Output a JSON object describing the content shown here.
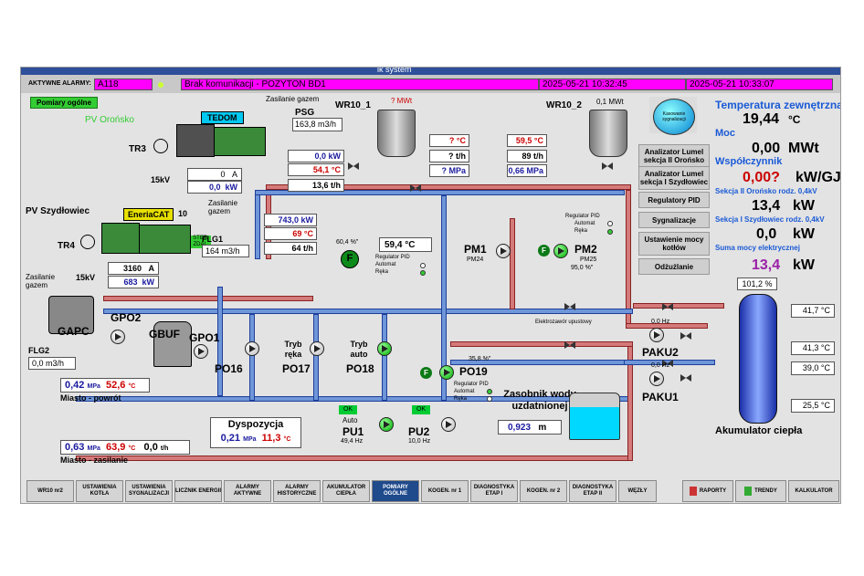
{
  "window": {
    "title": "ik  system"
  },
  "alarm_bar": {
    "label": "AKTYWNE ALARMY:",
    "code": "A118",
    "message": "Brak komunikacji - POZYTON BD1",
    "time_start": "2025-05-21 10:32:45",
    "time_end": "2025-05-21 10:33:07"
  },
  "section_badge": "Pomiary ogólne",
  "left_area": {
    "pv_oronsko": "PV Orońsko",
    "tedom": "TEDOM",
    "zasilanie_gazem_1": "Zasilanie gazem",
    "psg": "PSG",
    "psg_flow": "163,8 m3/h",
    "tr3": "TR3",
    "kv15_a": "15kV",
    "tedom_current": "0",
    "tedom_current_unit": "A",
    "tedom_power": "0,0",
    "tedom_power_unit": "kW",
    "tedom_box_kw": "0,0 kW",
    "tedom_box_temp": "54,1 °C",
    "tedom_box_flow": "13,6 t/h",
    "pv_szydlowiec": "PV Szydłowiec",
    "eneriacat": "EneriaCAT",
    "eneriacat_num": "10",
    "zasilanie_gazem_2": "Zasilanie gazem",
    "flg1": "FLG1",
    "flg1_flow": "164 m3/h",
    "tr4": "TR4",
    "kv15_b": "15kV",
    "ster_zdal": "STER. ZDAL.",
    "eneria_current": "3160",
    "eneria_current_unit": "A",
    "eneria_power": "683",
    "eneria_power_unit": "kW",
    "eneria_box_kw": "743,0 kW",
    "eneria_box_temp": "69 °C",
    "eneria_box_flow": "64 t/h",
    "zasilanie_gazem_3": "Zasilanie gazem",
    "gapc": "GAPC",
    "gpo2": "GPO2",
    "gbuf": "GBUF",
    "gpo1": "GPO1",
    "flg2": "FLG2",
    "flg2_flow": "0,0 m3/h",
    "po16": "PO16",
    "po17": "PO17",
    "po17_mode": "Tryb ręka",
    "po18": "PO18",
    "po18_mode": "Tryb auto",
    "miasto_powrot_p": "0,42",
    "miasto_powrot_p_unit": "MPa",
    "miasto_powrot_t": "52,6",
    "miasto_powrot_t_unit": "°C",
    "miasto_powrot": "Miasto - powrót",
    "miasto_zasil_p": "0,63",
    "miasto_zasil_p_unit": "MPa",
    "miasto_zasil_t": "63,9",
    "miasto_zasil_t_unit": "°C",
    "miasto_zasil_f": "0,0",
    "miasto_zasil_f_unit": "t/h",
    "miasto_zasilanie": "Miasto - zasilanie",
    "dyspozycja": "Dyspozycja",
    "dysp_p": "0,21",
    "dysp_p_unit": "MPa",
    "dysp_t": "11,3",
    "dysp_t_unit": "°C"
  },
  "center_area": {
    "wr10_1": "WR10_1",
    "wr10_1_mwt": "? MWt",
    "wr10_1_t": "? °C",
    "wr10_1_flow": "? t/h",
    "wr10_1_p": "? MPa",
    "wr10_2": "WR10_2",
    "wr10_2_mwt": "0,1 MWt",
    "wr10_2_t": "59,5 °C",
    "wr10_2_flow": "89 t/h",
    "wr10_2_p": "0,66 MPa",
    "f_pct": "60,4 %\"",
    "f_label": "F",
    "reg_temp": "59,4 °C",
    "reg_pid_label": "Regulator PID",
    "reg_auto": "Automat",
    "reg_reka": "Ręka",
    "pm1": "PM1",
    "pm24": "PM24",
    "pm2": "PM2",
    "pm25": "PM25",
    "pm25_val": "95,0 %\"",
    "elektrozawor": "Elektrozawór upustowy",
    "po19": "PO19",
    "po19_pct": "35,8 %\"",
    "pu1": "PU1",
    "pu1_mode": "Auto",
    "pu1_hz": "49,4 Hz",
    "pu1_ok": "OK",
    "pu2": "PU2",
    "pu2_hz": "10,0 Hz",
    "pu2_ok": "OK",
    "zasobnik": "Zasobnik wody uzdatnionej",
    "zasobnik_level": "0,923",
    "zasobnik_unit": "m",
    "paku2": "PAKU2",
    "paku2_hz": "0,0 Hz",
    "paku1": "PAKU1",
    "paku1_hz": "0,0 Hz",
    "akum_pct": "101,2 %",
    "akum_t1": "41,7 °C",
    "akum_t2": "41,3 °C",
    "akum_t3": "39,0 °C",
    "akum_t4": "25,5 °C",
    "akumulator": "Akumulator ciepła"
  },
  "side_menu": {
    "kasowanie": "Kasowanie sygnalizacji",
    "items": [
      "Analizator Lumel sekcja II Orońsko",
      "Analizator Lumel sekcja I Szydłowiec",
      "Regulatory PID",
      "Sygnalizacje",
      "Ustawienie mocy kotłów",
      "Odżużlanie"
    ]
  },
  "right_panel": {
    "temp_label": "Temperatura zewnętrzna",
    "temp_value": "19,44",
    "temp_unit": "°C",
    "moc_label": "Moc",
    "moc_value": "0,00",
    "moc_unit": "MWt",
    "wsp_label": "Współczynnik",
    "wsp_value": "0,00?",
    "wsp_unit": "kW/GJ",
    "sek2_label": "Sekcja II Orońsko rodz. 0,4kV",
    "sek2_value": "13,4",
    "sek2_unit": "kW",
    "sek1_label": "Sekcja I Szydłowiec rodz. 0,4kV",
    "sek1_value": "0,0",
    "sek1_unit": "kW",
    "suma_label": "Suma mocy elektrycznej",
    "suma_value": "13,4",
    "suma_unit": "kW"
  },
  "nav": [
    "WR10 nr2",
    "USTAWIENIA KOTŁA",
    "USTAWIENIA SYGNALIZACJI",
    "LICZNIK ENERGII",
    "ALARMY AKTYWNE",
    "ALARMY HISTORYCZNE",
    "AKUMULATOR CIEPŁA",
    "POMIARY OGÓLNE",
    "KOGEN. nr 1",
    "DIAGNOSTYKA ETAP I",
    "KOGEN. nr 2",
    "DIAGNOSTYKA ETAP II",
    "WĘZŁY"
  ],
  "nav_right": [
    "RAPORTY",
    "TRENDY",
    "KALKULATOR"
  ],
  "colors": {
    "alarm": "#ff00ff",
    "supply_pipe": "#d47a7a",
    "return_pipe": "#6f96d8",
    "ok": "#00cc33"
  }
}
